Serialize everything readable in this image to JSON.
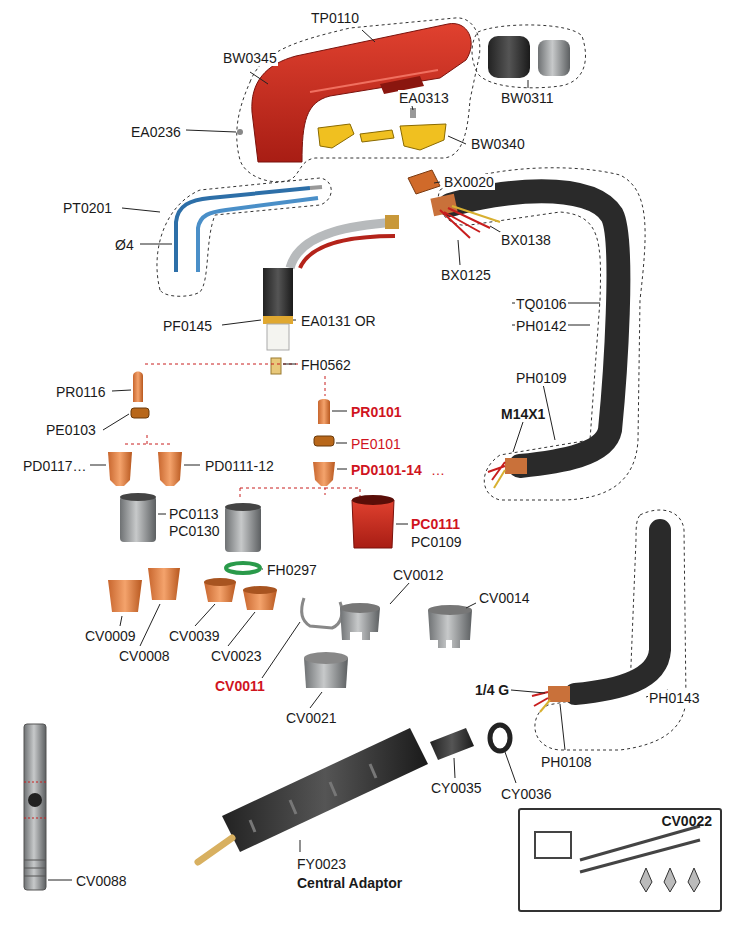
{
  "diagram": {
    "nodes": [
      {
        "text": [
          "CV0022"
        ]
      }
    ],
    "labels": [
      "TP0110",
      "BW0345",
      "EA0313",
      "BW0311",
      "EA0236",
      "BW0340",
      "BX0020",
      "PT0201",
      "Ø4",
      "BX0138",
      "BX0125",
      "TQ0106",
      "PH0142",
      "EA0131 OR",
      "PF0145",
      "FH0562",
      "PH0109",
      "PR0116",
      "PR0101",
      "M14X1",
      "PE0103",
      "PE0101",
      "PD0117…",
      "PD0111-12",
      "PD0101-14",
      "…",
      "PC0113",
      "PC0130",
      "PC0111",
      "PC0109",
      "FH0297",
      "CV0012",
      "CV0014",
      "CV0009",
      "CV0039",
      "CV0008",
      "CV0023",
      "CV0011",
      "CV0021",
      "1/4 G",
      "PH0143",
      "PH0108",
      "CY0035",
      "CY0036",
      "CV0088",
      "FY0023",
      "Central Adaptor"
    ]
  }
}
